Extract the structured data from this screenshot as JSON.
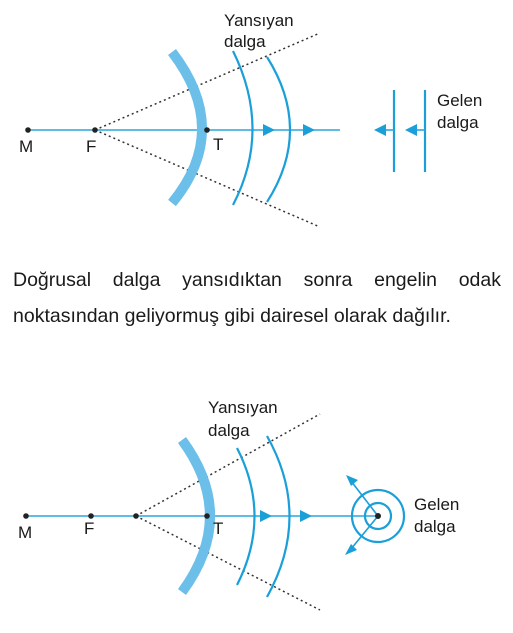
{
  "colors": {
    "wave": "#1a9fd9",
    "mirror": "#6bbfe9",
    "axis": "#2aa6dc",
    "dots": "#333333",
    "text": "#1a1a1a"
  },
  "diagram_top": {
    "reflected_label": [
      "Yansıyan",
      "dalga"
    ],
    "incident_label": [
      "Gelen",
      "dalga"
    ],
    "point_M": "M",
    "point_F": "F",
    "point_T": "T"
  },
  "description": "Doğrusal dalga yansıdıktan sonra engelin odak noktasından geliyormuş gibi dairesel olarak dağılır.",
  "diagram_bottom": {
    "reflected_label": [
      "Yansıyan",
      "dalga"
    ],
    "incident_label": [
      "Gelen",
      "dalga"
    ],
    "point_M": "M",
    "point_F": "F",
    "point_T": "T"
  }
}
